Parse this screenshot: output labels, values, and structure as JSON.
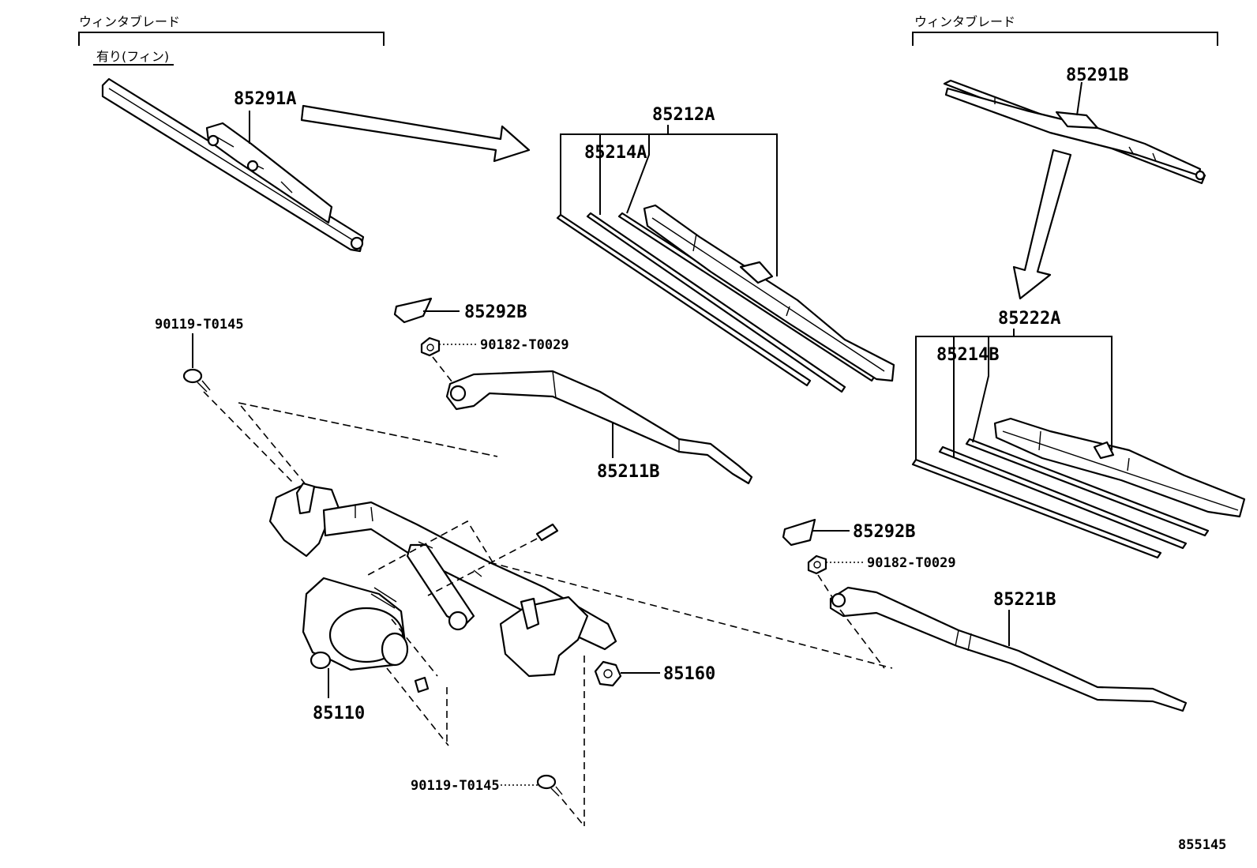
{
  "brackets": {
    "left_title": "ウィンタブレード",
    "left_sub": "有り(フィン)",
    "right_title": "ウィンタブレード"
  },
  "parts": {
    "p85291A": "85291A",
    "p85212A": "85212A",
    "p85214A": "85214A",
    "p85291B": "85291B",
    "p85222A": "85222A",
    "p85214B": "85214B",
    "p85292B_left": "85292B",
    "p90182_left": "90182-T0029",
    "p90119_top": "90119-T0145",
    "p85211B": "85211B",
    "p85292B_right": "85292B",
    "p90182_right": "90182-T0029",
    "p85221B": "85221B",
    "p85160": "85160",
    "p85110": "85110",
    "p90119_bottom": "90119-T0145"
  },
  "diagram_id": "855145"
}
